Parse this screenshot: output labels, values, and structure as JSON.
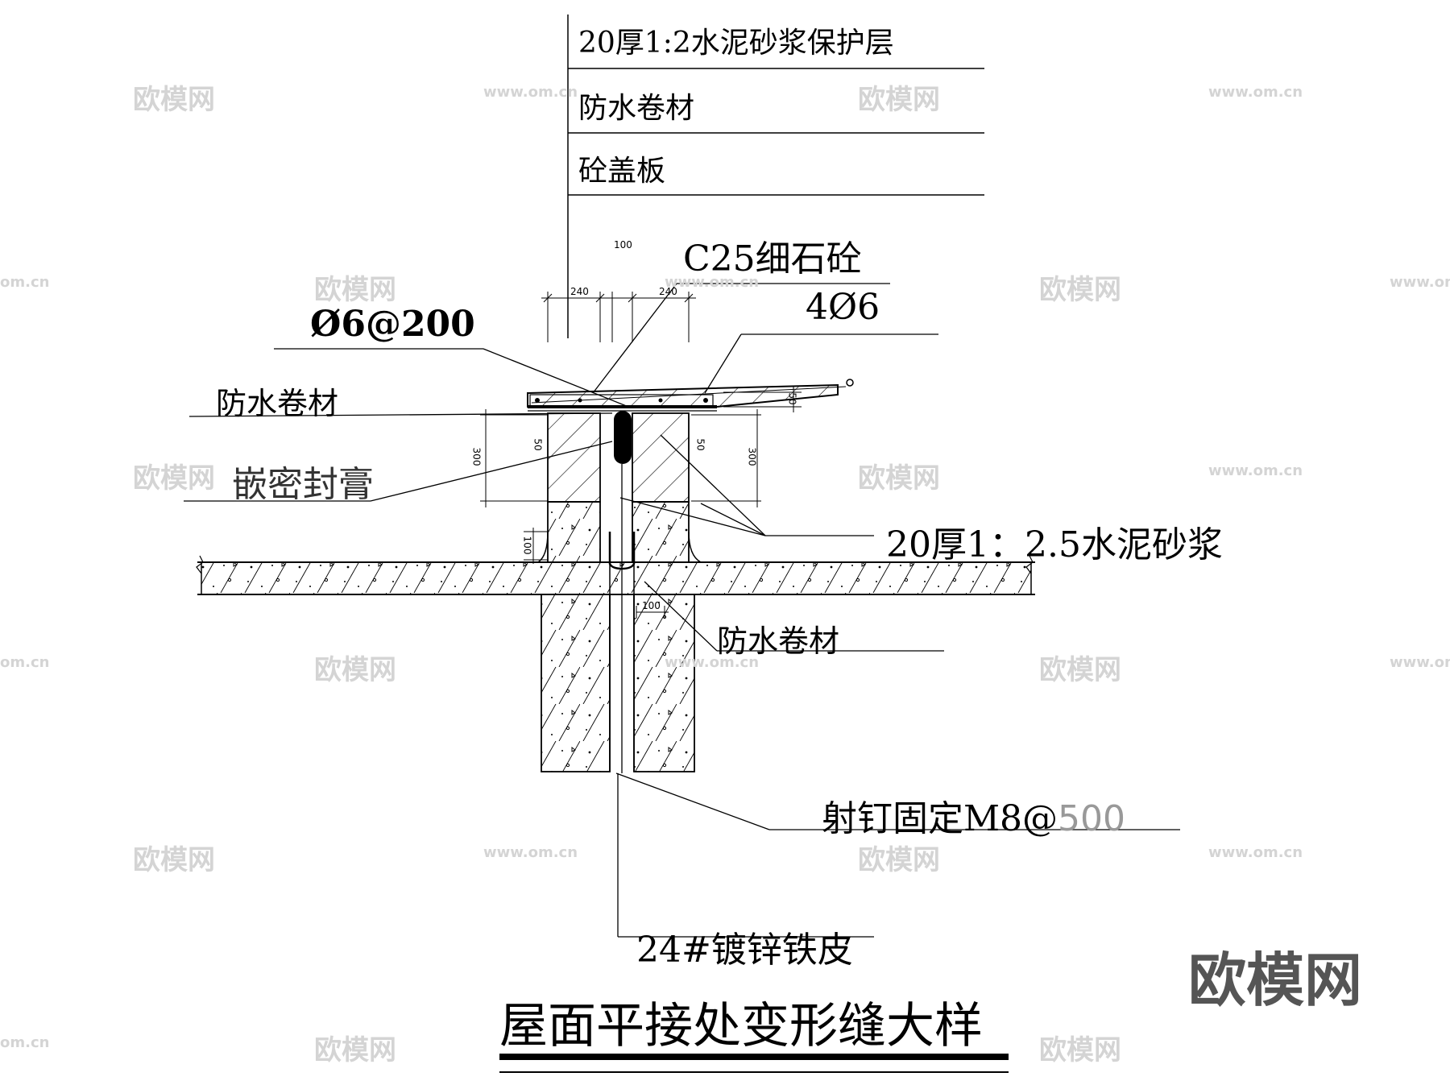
{
  "layers": {
    "protective": "20厚1:2水泥砂浆保护层",
    "membrane": "防水卷材",
    "cover_slab": "砼盖板"
  },
  "labels": {
    "concrete": "C25细石砼",
    "bars_4": "4Ø6",
    "stirrups": "Ø6@200",
    "membrane_left": "防水卷材",
    "sealant": "嵌密封膏",
    "mortar": "20厚1：2.5水泥砂浆",
    "membrane_lower": "防水卷材",
    "nail_prefix": "射钉固定M8@",
    "nail_spacing": "500",
    "sheet": "24#镀锌铁皮"
  },
  "dimensions": {
    "d100_top": "100",
    "d240_left": "240",
    "d240_right": "240",
    "d50_right": "50",
    "d300_left": "300",
    "d300_right": "300",
    "d50_left": "50",
    "d50_right2": "50",
    "d100_left": "100",
    "d100_bottom": "100"
  },
  "title": "屋面平接处变形缝大样",
  "watermark": {
    "brand": "欧模网",
    "url": "www.om.cn",
    "url_short": "om.cn",
    "logo": "欧模网"
  }
}
